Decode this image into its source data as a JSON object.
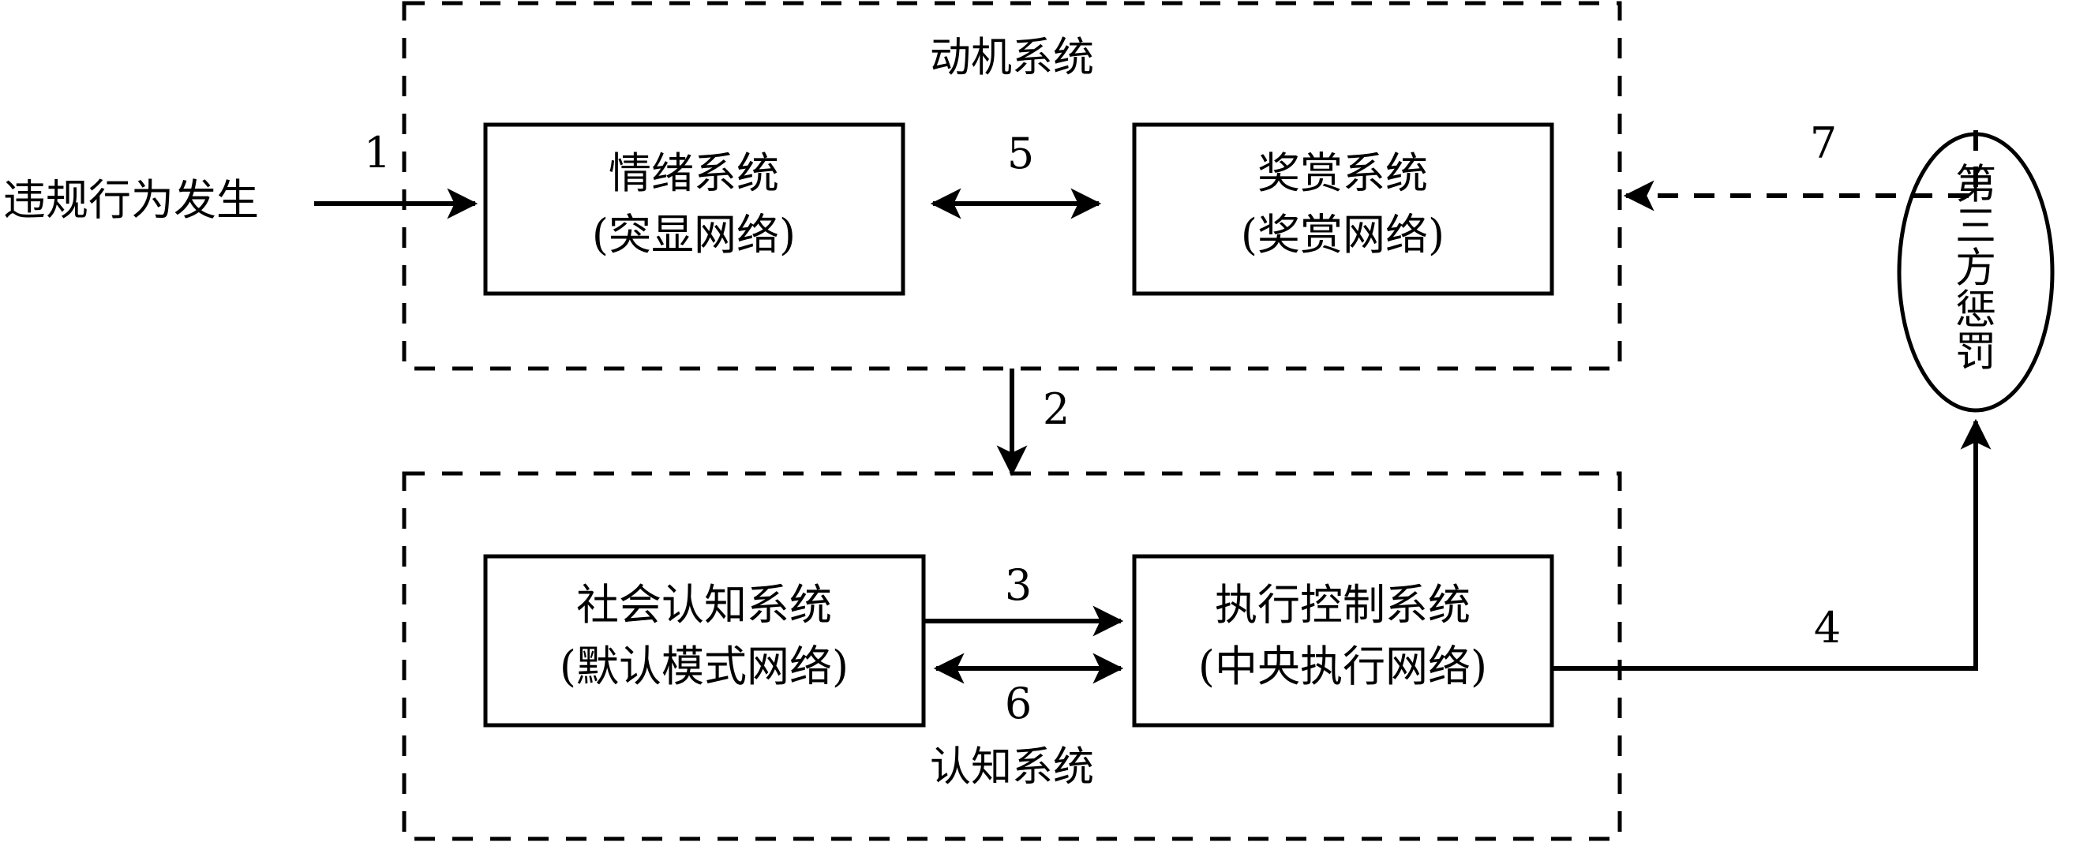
{
  "diagram": {
    "title_visible": false,
    "external_input": {
      "label": "违规行为发生"
    },
    "groups": [
      {
        "id": "motivation",
        "title": "动机系统",
        "title_position": "top-center"
      },
      {
        "id": "cognition",
        "title": "认知系统",
        "title_position": "bottom-center"
      }
    ],
    "nodes": [
      {
        "id": "emotion-system",
        "line1": "情绪系统",
        "line2": "(突显网络)",
        "shape": "rectangle",
        "group": "motivation"
      },
      {
        "id": "reward-system",
        "line1": "奖赏系统",
        "line2": "(奖赏网络)",
        "shape": "rectangle",
        "group": "motivation"
      },
      {
        "id": "social-cognition-system",
        "line1": "社会认知系统",
        "line2": "(默认模式网络)",
        "shape": "rectangle",
        "group": "cognition"
      },
      {
        "id": "executive-control-system",
        "line1": "执行控制系统",
        "line2": "(中央执行网络)",
        "shape": "rectangle",
        "group": "cognition"
      },
      {
        "id": "third-party-punishment",
        "label": "第三方惩罚",
        "chars": [
          "第",
          "三",
          "方",
          "惩",
          "罚"
        ],
        "shape": "ellipse",
        "orientation": "vertical"
      }
    ],
    "edges": [
      {
        "id": "edge-1",
        "number": "1",
        "from": "external-input",
        "to": "emotion-system",
        "style": "solid",
        "direction": "one-way"
      },
      {
        "id": "edge-2",
        "number": "2",
        "from": "motivation",
        "to": "cognition",
        "style": "solid",
        "direction": "one-way"
      },
      {
        "id": "edge-3",
        "number": "3",
        "from": "social-cognition-system",
        "to": "executive-control-system",
        "style": "solid",
        "direction": "one-way"
      },
      {
        "id": "edge-4",
        "number": "4",
        "from": "executive-control-system",
        "to": "third-party-punishment",
        "style": "solid",
        "direction": "one-way"
      },
      {
        "id": "edge-5",
        "number": "5",
        "from": "emotion-system",
        "to": "reward-system",
        "style": "solid",
        "direction": "bidirectional"
      },
      {
        "id": "edge-6",
        "number": "6",
        "from": "social-cognition-system",
        "to": "executive-control-system",
        "style": "solid",
        "direction": "bidirectional"
      },
      {
        "id": "edge-7",
        "number": "7",
        "from": "third-party-punishment",
        "to": "motivation",
        "style": "dashed",
        "direction": "one-way"
      }
    ],
    "colors": {
      "stroke": "#000000",
      "background": "#ffffff",
      "text": "#000000"
    }
  }
}
